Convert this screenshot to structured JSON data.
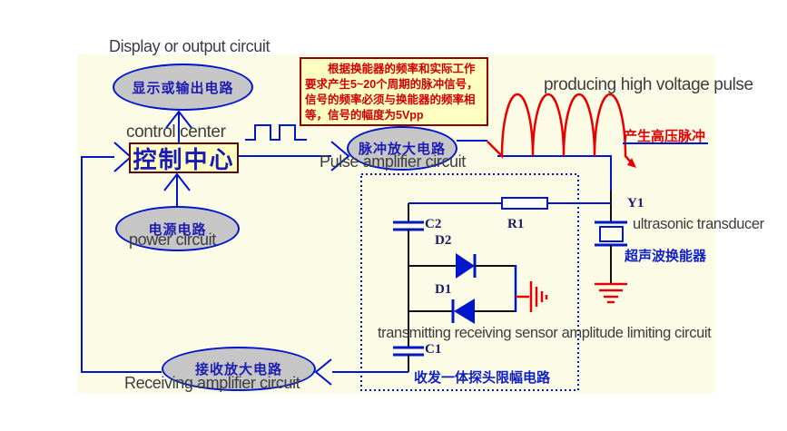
{
  "colors": {
    "panel_bg": "#fbfbe6",
    "wire_blue": "#0016cc",
    "wire_black": "#111111",
    "signal_red": "#e60000",
    "node_fill": "#c6c6c6",
    "note_bg": "#ffffc2",
    "note_border": "#8b0000",
    "note_text": "#d00000",
    "label_gray": "#3d3d3d",
    "component_navy": "#1a1a66",
    "zh_blue": "#0f1fc4"
  },
  "nodes": {
    "display": {
      "zh": "显示或输出电路",
      "en": "Display or output circuit"
    },
    "control": {
      "zh": "控制中心",
      "en": "control center"
    },
    "power": {
      "zh": "电源电路",
      "en": "power circuit"
    },
    "pulse_amp": {
      "zh": "脉冲放大电路",
      "en": "Pulse amplifier circuit"
    },
    "receive_amp": {
      "zh": "接收放大电路",
      "en": "Receiving amplifier circuit"
    }
  },
  "note": {
    "text": "根据换能器的频率和实际工作要求产生5~20个周期的脉冲信号，信号的频率必须与换能器的频率相等，信号的幅度为5Vpp"
  },
  "high_voltage": {
    "en": "producing high voltage pulse",
    "zh": "产生高压脉冲"
  },
  "transducer": {
    "ref": "Y1",
    "en": "ultrasonic transducer",
    "zh": "超声波换能器"
  },
  "limiter": {
    "en": "transmitting receiving sensor amplitude limiting circuit",
    "zh": "收发一体探头限幅电路"
  },
  "components": {
    "c2": "C2",
    "r1": "R1",
    "d2": "D2",
    "d1": "D1",
    "c1": "C1"
  }
}
